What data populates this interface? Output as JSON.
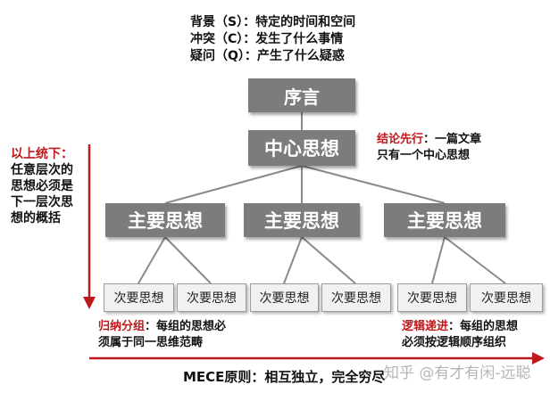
{
  "top_notes": [
    "背景（S）：特定的时间和空间",
    "冲突（C）：发生了什么事情",
    "疑问（Q）：产生了什么疑惑"
  ],
  "preface": "序言",
  "central": "中心思想",
  "main_ideas": [
    "主要思想",
    "主要思想",
    "主要思想"
  ],
  "sub_ideas": [
    "次要思想",
    "次要思想",
    "次要思想",
    "次要思想",
    "次要思想",
    "次要思想"
  ],
  "conclusion_first": {
    "title": "结论先行",
    "text1": "：一篇文章",
    "text2": "只有一个中心思想"
  },
  "top_down": {
    "title": "以上统下：",
    "lines": [
      "任意层次的",
      "思想必须是",
      "下一层次思",
      "想的概括"
    ]
  },
  "grouping": {
    "title": "归纳分组",
    "text1": "：每组的思想必",
    "text2": "须属于同一思维范畴"
  },
  "logical": {
    "title": "逻辑递进",
    "text1": "：每组的思想",
    "text2": "必须按逻辑顺序组织"
  },
  "mece": "MECE原则：相互独立，完全穷尽",
  "watermark": "知乎 @有才有闲-远聪",
  "colors": {
    "box": "#7c7c7c",
    "accent": "#c0191d",
    "arrow": "#c0191d"
  }
}
